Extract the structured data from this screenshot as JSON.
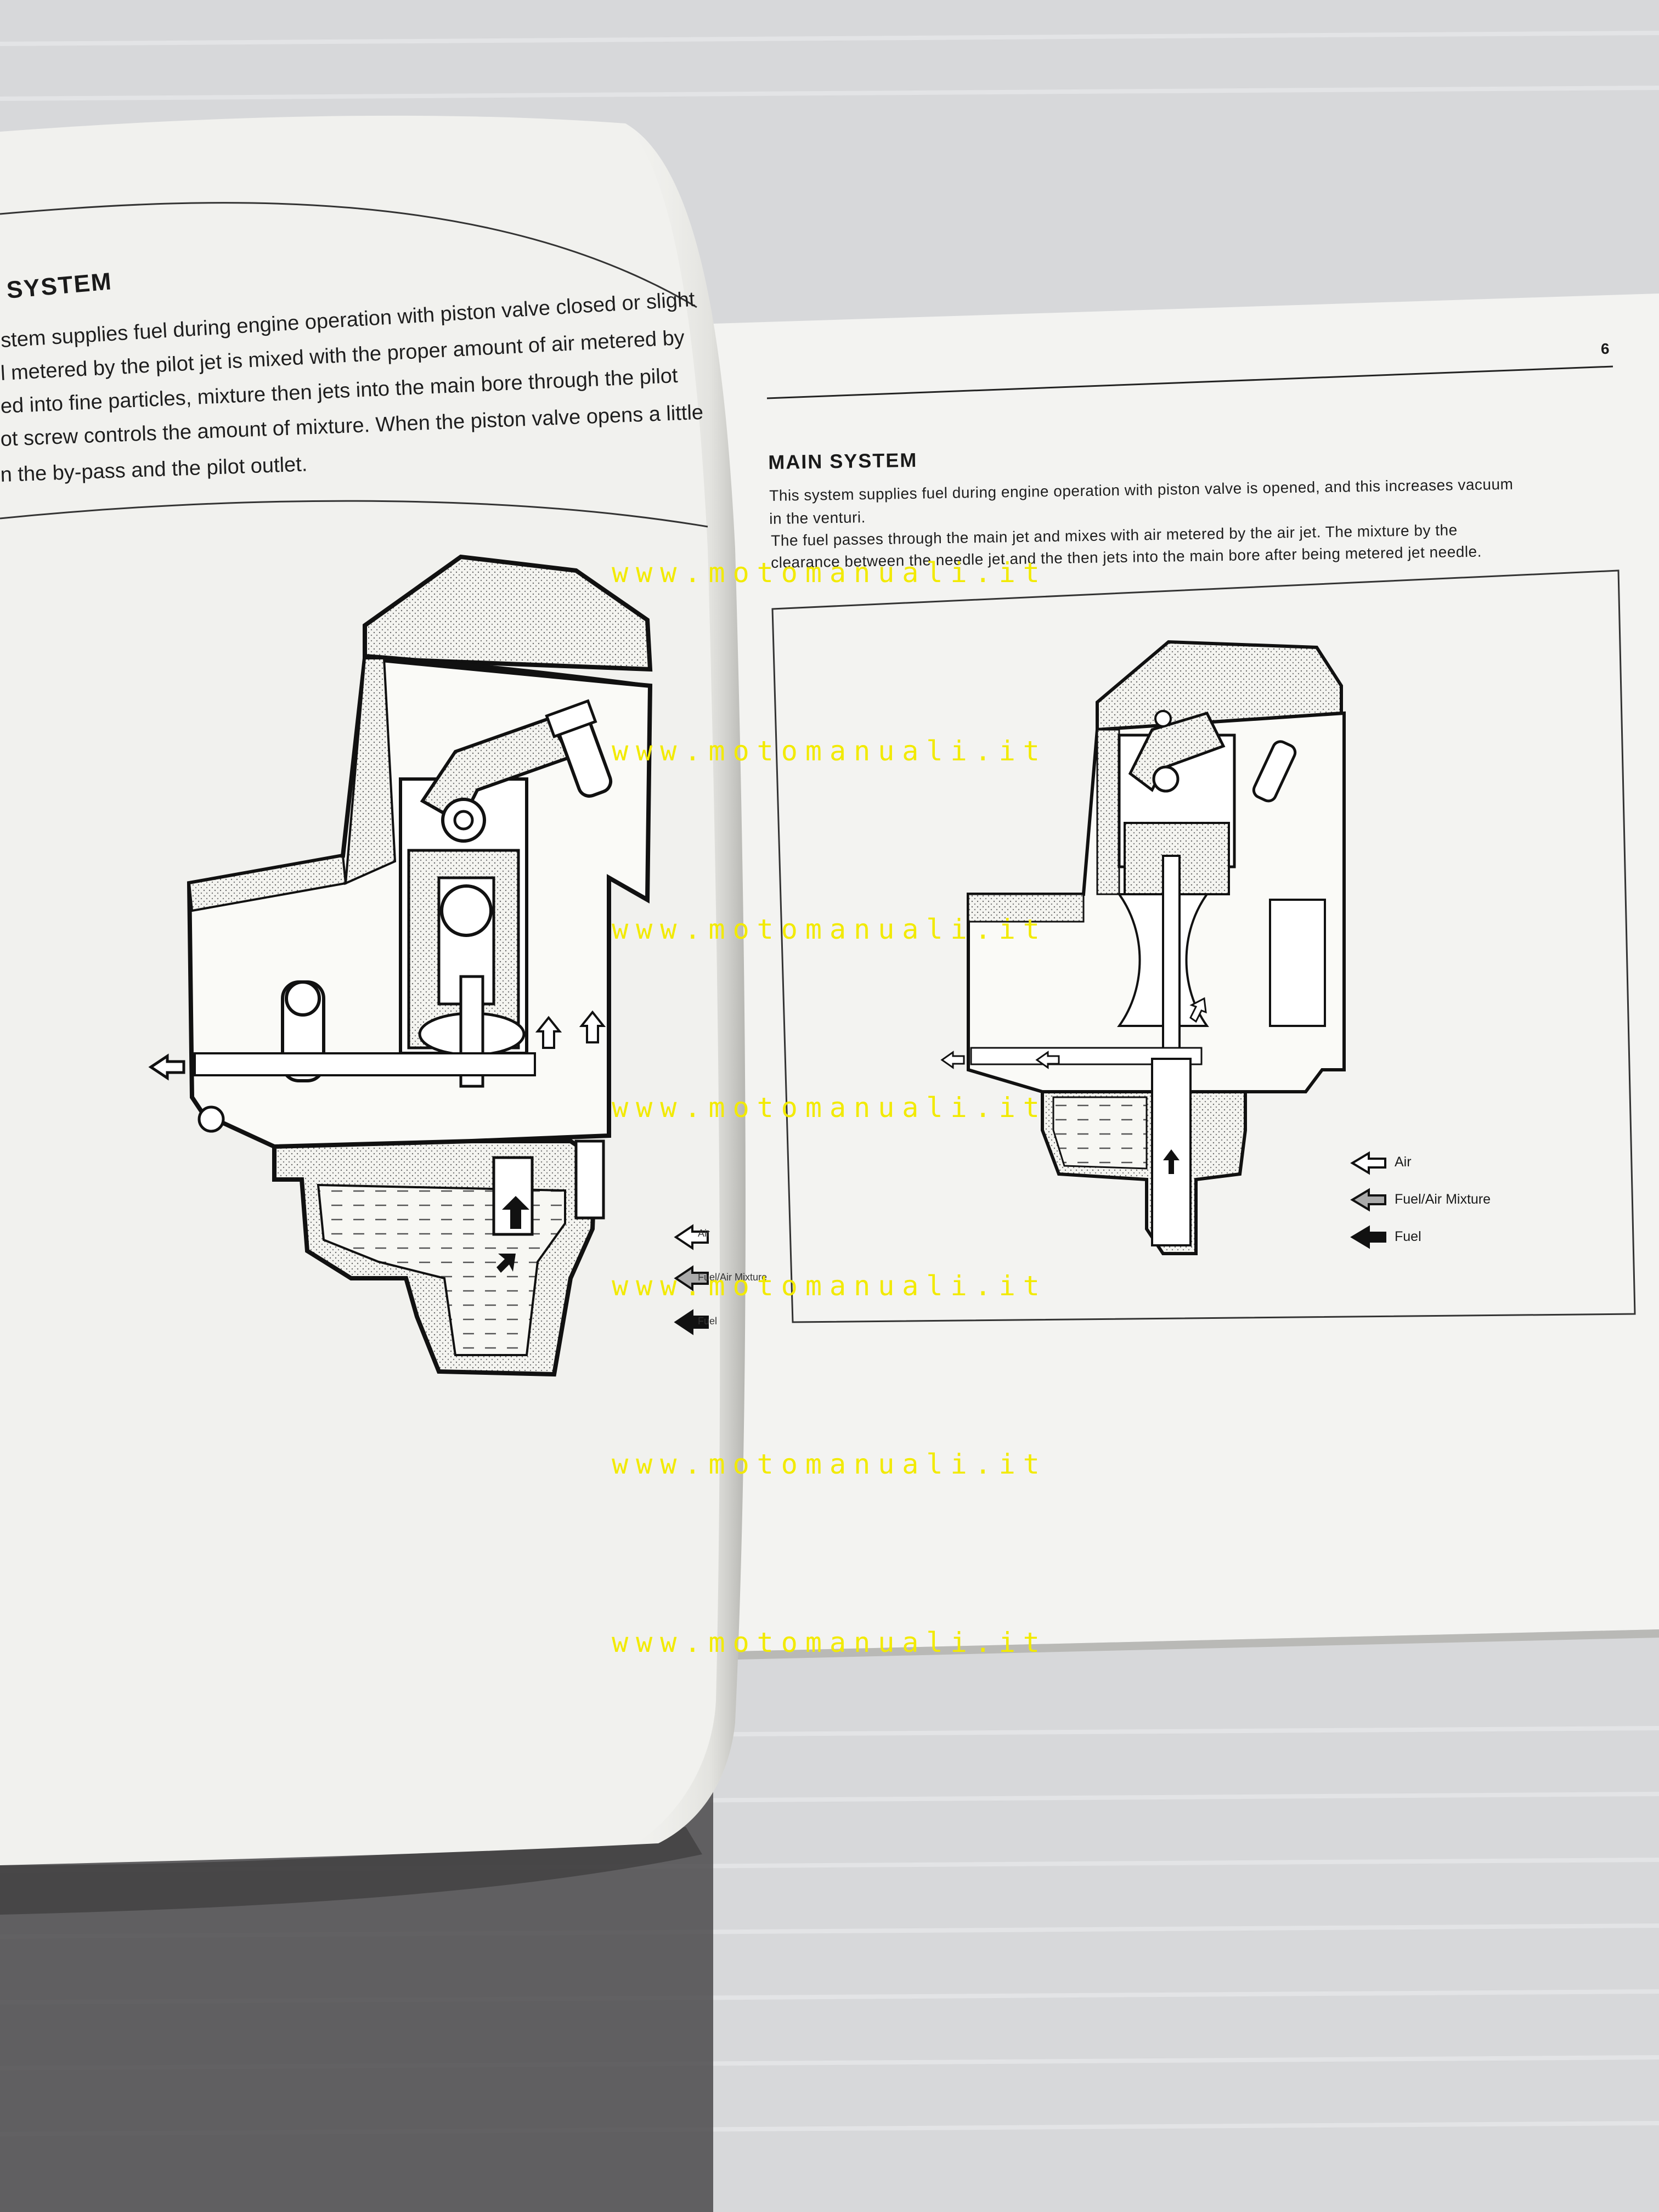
{
  "left_page": {
    "heading": "SYSTEM",
    "body_lines": [
      "stem supplies fuel during engine operation with piston valve closed or slight",
      "l metered by the pilot jet is mixed with the proper amount of air metered by",
      "ed into fine particles, mixture then jets into the main bore through the pilot",
      "ot screw controls the amount of mixture. When the piston valve opens a little",
      "n the by-pass and the pilot outlet."
    ],
    "legend": {
      "air": "Air",
      "mixture": "Fuel/Air Mixture",
      "fuel": "Fuel"
    }
  },
  "right_page": {
    "page_number": "6",
    "heading": "MAIN SYSTEM",
    "body_lines": [
      "This system supplies fuel during engine operation with piston valve is opened, and this increases vacuum",
      "in the venturi.",
      "The fuel passes through the main jet and mixes with air metered by the air jet.  The mixture by the",
      "clearance between the needle jet and the then jets into the main bore after being metered jet needle."
    ],
    "legend": {
      "air": "Air",
      "mixture": "Fuel/Air Mixture",
      "fuel": "Fuel"
    }
  },
  "watermark": "www.motomanuali.it"
}
